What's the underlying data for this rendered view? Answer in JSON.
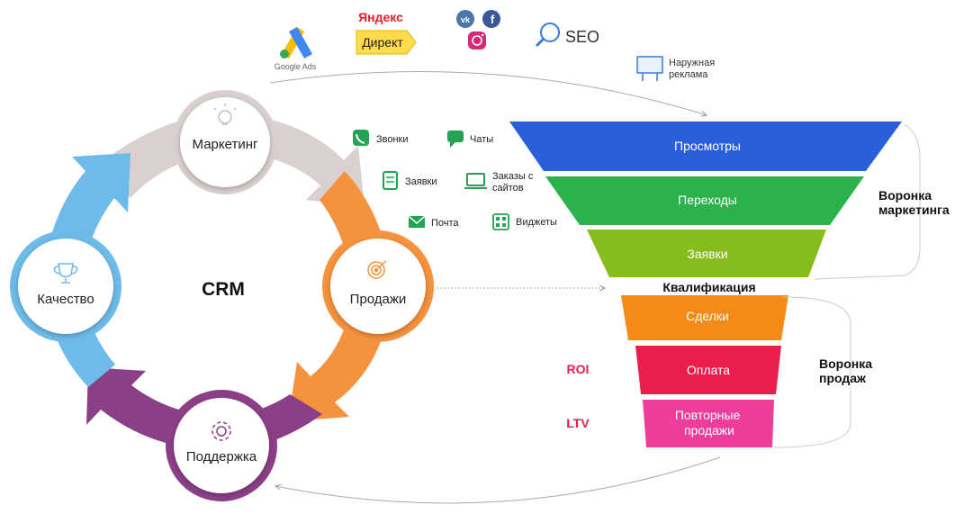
{
  "crm_cycle": {
    "center_label": "CRM",
    "stages": [
      {
        "label": "Маркетинг",
        "color": "#d9d0cf",
        "icon": "lightbulb-icon"
      },
      {
        "label": "Продажи",
        "color": "#f5923e",
        "icon": "target-icon"
      },
      {
        "label": "Поддержка",
        "color": "#8b3f87",
        "icon": "gear-icon"
      },
      {
        "label": "Качество",
        "color": "#6dbbe8",
        "icon": "trophy-icon"
      }
    ]
  },
  "ad_channels": {
    "google_ads": "Google Ads",
    "yandex_brand": "Яндекс",
    "yandex_direct": "Директ",
    "seo": "SEO",
    "outdoor": "Наружная реклама",
    "social_icons": [
      "vk-icon",
      "facebook-icon",
      "instagram-icon"
    ]
  },
  "lead_channels": [
    {
      "label": "Звонки",
      "icon": "phone-icon"
    },
    {
      "label": "Чаты",
      "icon": "chat-icon"
    },
    {
      "label": "Заявки",
      "icon": "form-icon"
    },
    {
      "label": "Заказы с сайтов",
      "icon": "laptop-icon"
    },
    {
      "label": "Почта",
      "icon": "mail-icon"
    },
    {
      "label": "Виджеты",
      "icon": "widget-icon"
    }
  ],
  "marketing_funnel": {
    "label": "Воронка маркетинга",
    "stages": [
      {
        "label": "Просмотры",
        "color": "#2a5fdc"
      },
      {
        "label": "Переходы",
        "color": "#2bb24c"
      },
      {
        "label": "Заявки",
        "color": "#86bd1c"
      }
    ]
  },
  "qualification_label": "Квалификация",
  "sales_funnel": {
    "label": "Воронка продаж",
    "stages": [
      {
        "label": "Сделки",
        "color": "#f48b17"
      },
      {
        "label": "Оплата",
        "color": "#e81f4c"
      },
      {
        "label": "Повторные продажи",
        "color": "#ef3d9b"
      }
    ]
  },
  "metrics": {
    "roi": "ROI",
    "ltv": "LTV",
    "color": "#e81f4c"
  }
}
